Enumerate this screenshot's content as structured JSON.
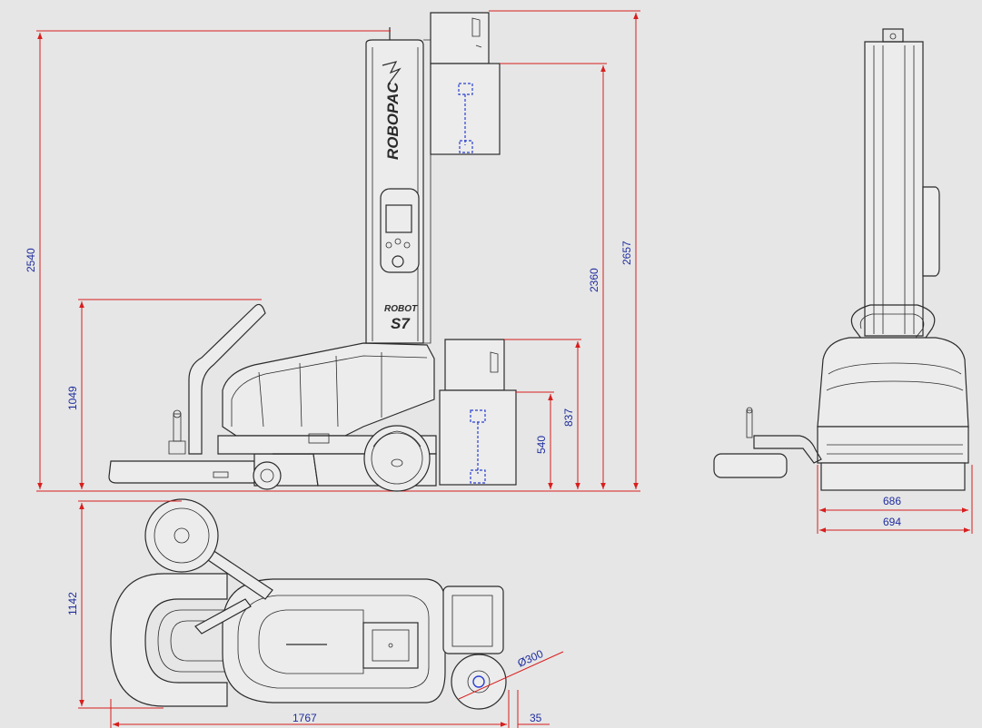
{
  "brand": {
    "logo_text": "ROBOPAC",
    "model_line1": "ROBOT",
    "model_line2": "S7"
  },
  "dimensions": {
    "overall_height": "2540",
    "column_height": "2657",
    "lift_height": "2360",
    "handle_height": "1049",
    "lower_head_top": "837",
    "lower_head_bottom": "540",
    "width_inner": "686",
    "width_outer": "694",
    "plan_depth": "1142",
    "plan_length": "1767",
    "plan_offset": "35",
    "wheel_diameter": "Ø300"
  },
  "colors": {
    "background": "#e6e6e6",
    "dimension_line": "#d81e1e",
    "dimension_text": "#1f2d9e",
    "hidden_line": "#2a3fd0",
    "outline": "#2b2b2b"
  }
}
